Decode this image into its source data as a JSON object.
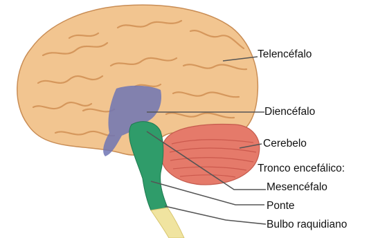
{
  "labels": {
    "telencephalon": "Telencéfalo",
    "diencephalon": "Diencéfalo",
    "cerebellum": "Cerebelo",
    "brainstem_heading": "Tronco encefálico:",
    "midbrain": "Mesencéfalo",
    "pons": "Ponte",
    "medulla": "Bulbo raquidiano"
  },
  "colors": {
    "cortex": "#f2c590",
    "cortex_shade": "#d99a5e",
    "diencephalon": "#6f74b4",
    "cerebellum": "#e57a6a",
    "brainstem": "#2f9c6a",
    "spinal_cord": "#f0e4a0",
    "leader_line": "#555555"
  }
}
